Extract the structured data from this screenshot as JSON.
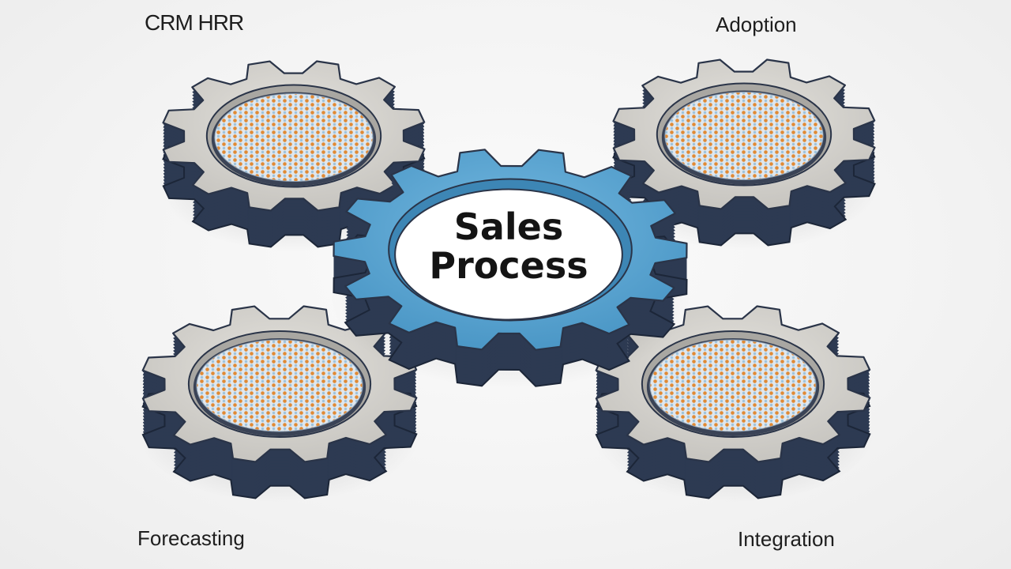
{
  "labels": {
    "top_left": "CRM HRR",
    "top_right": "Adoption",
    "bottom_left": "Forecasting",
    "bottom_right": "Integration"
  },
  "center_gear": {
    "line1": "Sales",
    "line2": "Process"
  },
  "colors": {
    "background": "#f3f3f3",
    "center_gear_face": "#5aa6d4",
    "outer_gear_face": "#d4d2cd",
    "gear_side": "#2d3a52",
    "mesh_orange": "#e08a35",
    "mesh_blue": "#9fc3dc"
  }
}
